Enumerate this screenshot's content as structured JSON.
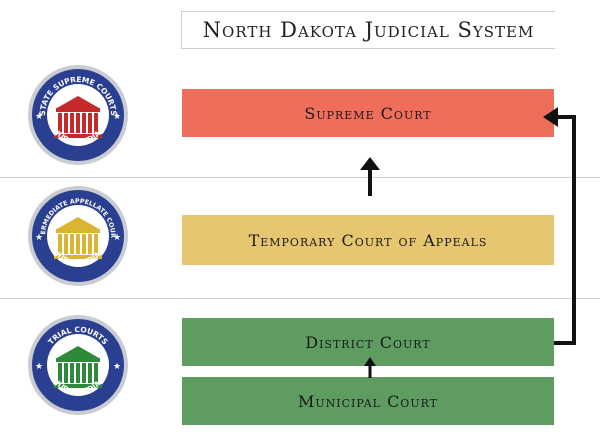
{
  "title": "North Dakota Judicial System",
  "tiers": [
    {
      "seal_top_text": "STATE SUPREME COURTS",
      "seal_bottom_text": "JUDGEPEDIA",
      "seal_color": "#c42a2a"
    },
    {
      "seal_top_text": "INTERMEDIATE APPELLATE COURTS",
      "seal_bottom_text": "JUDGEPEDIA",
      "seal_color": "#d9b531"
    },
    {
      "seal_top_text": "TRIAL COURTS",
      "seal_bottom_text": "JUDGEPEDIA",
      "seal_color": "#2e8a3a"
    }
  ],
  "courts": {
    "supreme": {
      "label": "Supreme Court",
      "color": "#ef6e5b"
    },
    "appeals": {
      "label": "Temporary Court of Appeals",
      "color": "#e6c670"
    },
    "district": {
      "label": "District Court",
      "color": "#5e9c62"
    },
    "municipal": {
      "label": "Municipal Court",
      "color": "#5e9c62"
    }
  },
  "colors": {
    "seal_ring": "#2a3f8f",
    "seal_border": "#c9ccd3",
    "arrow": "#111111",
    "divider": "#cfcfcf"
  }
}
